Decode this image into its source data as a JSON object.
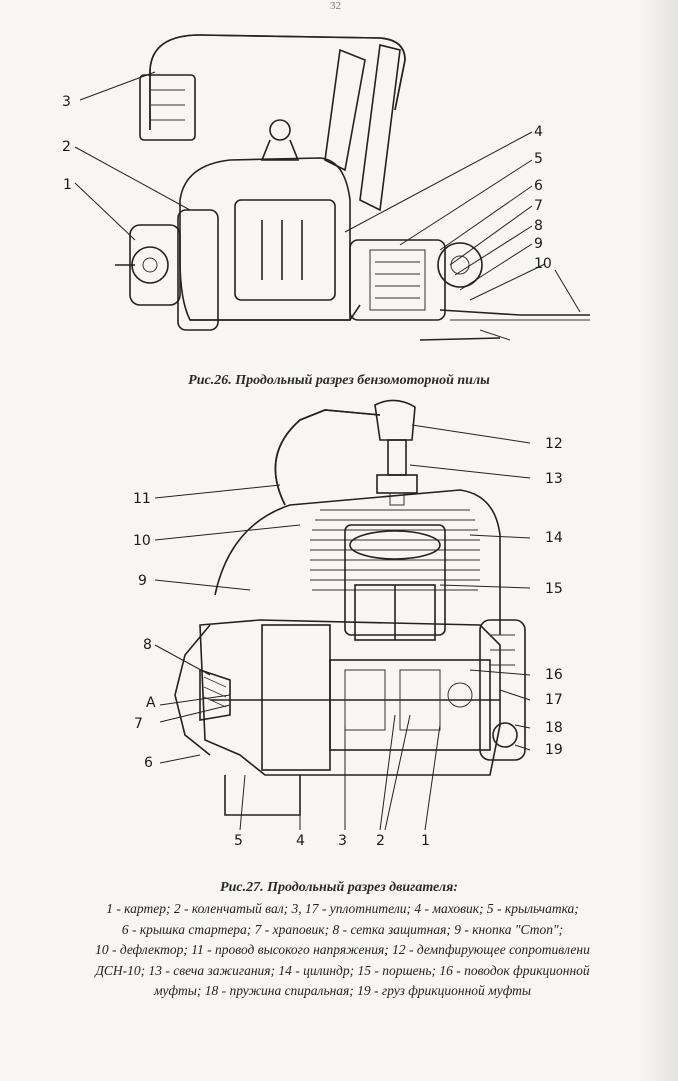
{
  "page_number": "32",
  "figure26": {
    "caption": "Рис.26. Продольный разрез бензомоторной пилы",
    "callouts": [
      "1",
      "2",
      "3",
      "4",
      "5",
      "6",
      "7",
      "8",
      "9",
      "10"
    ]
  },
  "figure27": {
    "caption": "Рис.27. Продольный разрез двигателя:",
    "callouts_left": [
      "11",
      "10",
      "9",
      "8",
      "A",
      "7",
      "6"
    ],
    "callouts_right": [
      "12",
      "13",
      "14",
      "15",
      "16",
      "17",
      "18",
      "19"
    ],
    "callouts_bottom": [
      "5",
      "4",
      "3",
      "2",
      "1"
    ],
    "legend_lines": [
      "1 - картер; 2 - коленчатый вал; 3, 17 - уплотнители; 4 - маховик; 5 - крыльчатка;",
      "6 - крышка стартера; 7 - храповик; 8 - сетка защитная; 9 - кнопка \"Стоп\";",
      "10 - дефлектор; 11 - провод высокого напряжения; 12 - демпфирующее сопротивлени",
      "ДСН-10; 13 - свеча зажигания; 14 - цилиндр; 15 - поршень; 16 - поводок фрикционной",
      "муфты; 18 - пружина спиральная; 19 - груз фрикционной муфты"
    ]
  }
}
